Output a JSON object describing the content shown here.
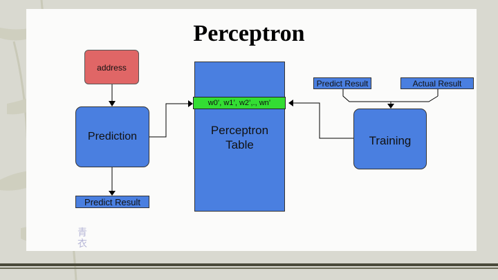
{
  "slide": {
    "title": "Perceptron",
    "address_label": "address",
    "table_label_line1": "Perceptron",
    "table_label_line2": "Table",
    "weights_label": "w0’, w1’, w2’,., wn’",
    "prediction_label": "Prediction",
    "training_label": "Training",
    "predict_result_top": "Predict Result",
    "actual_result_top": "Actual Result",
    "predict_result_bottom": "Predict Result",
    "watermark": "青衣"
  },
  "colors": {
    "box_blue": "#4a7fe0",
    "address_red": "#e06666",
    "weights_green": "#33dd33"
  }
}
